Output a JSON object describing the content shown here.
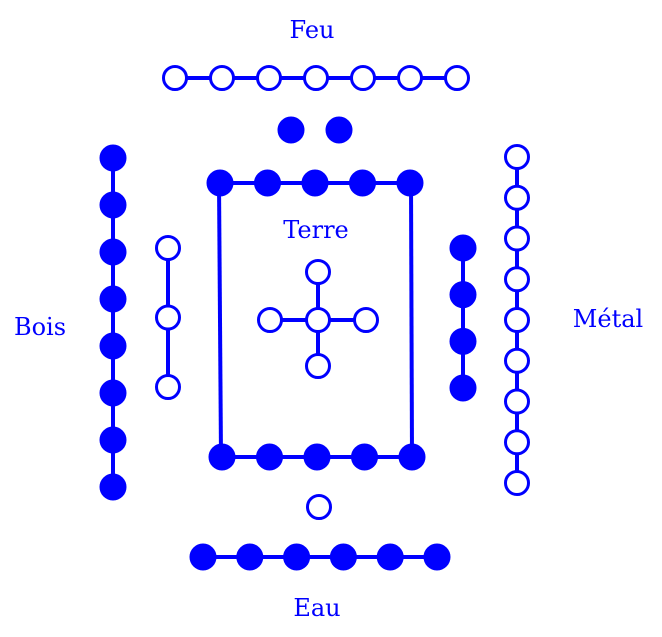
{
  "labels": {
    "fire": "Feu",
    "earth": "Terre",
    "wood": "Bois",
    "metal": "Métal",
    "water": "Eau"
  },
  "color": "#0000ff",
  "groups": [
    {
      "name": "fire-outer-row",
      "count": 7,
      "filled": false
    },
    {
      "name": "fire-inner-dots",
      "count": 2,
      "filled": true
    },
    {
      "name": "wood-outer-column",
      "count": 8,
      "filled": true
    },
    {
      "name": "wood-inner-column",
      "count": 3,
      "filled": false
    },
    {
      "name": "earth-top-row",
      "count": 5,
      "filled": true
    },
    {
      "name": "earth-bottom-row",
      "count": 5,
      "filled": true
    },
    {
      "name": "earth-cross",
      "count": 5,
      "filled": false
    },
    {
      "name": "metal-inner-column",
      "count": 4,
      "filled": true
    },
    {
      "name": "metal-outer-column",
      "count": 9,
      "filled": false
    },
    {
      "name": "water-inner-dot",
      "count": 1,
      "filled": false
    },
    {
      "name": "water-outer-row",
      "count": 6,
      "filled": true
    }
  ]
}
